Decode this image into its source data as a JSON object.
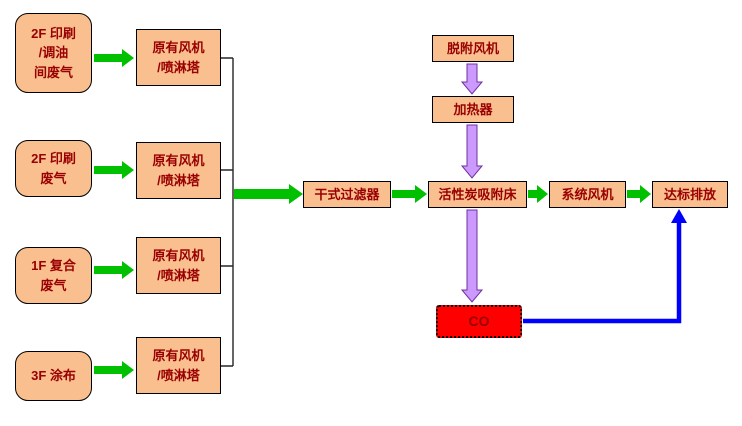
{
  "diagram": {
    "sources": [
      {
        "label": "2F 印刷\n/调油\n间废气"
      },
      {
        "label": "2F 印刷\n废气"
      },
      {
        "label": "1F 复合\n废气"
      },
      {
        "label": "3F 涂布"
      }
    ],
    "fan_tower": {
      "label": "原有风机\n/喷淋塔"
    },
    "dry_filter": {
      "label": "干式过滤器"
    },
    "carbon_bed": {
      "label": "活性炭吸附床"
    },
    "system_fan": {
      "label": "系统风机"
    },
    "discharge": {
      "label": "达标排放"
    },
    "desorption_fan": {
      "label": "脱附风机"
    },
    "heater": {
      "label": "加热器"
    },
    "co_unit": {
      "label": "CO"
    }
  },
  "colors": {
    "box_fill": "#FABF8F",
    "box_border": "#000000",
    "label_text": "#990000",
    "green_arrow": "#00C000",
    "pink_arrow_fill": "#CC99FF",
    "pink_arrow_border": "#7030A0",
    "co_fill": "#FF0000",
    "blue_line": "#0000FF"
  }
}
